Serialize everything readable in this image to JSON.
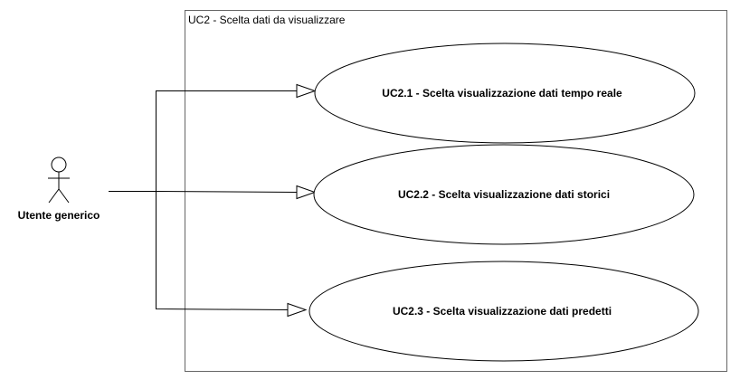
{
  "system_boundary": {
    "title": "UC2 - Scelta dati da visualizzare"
  },
  "actor": {
    "label": "Utente generico"
  },
  "use_cases": [
    {
      "label": "UC2.1 - Scelta visualizzazione dati tempo reale"
    },
    {
      "label": "UC2.2 - Scelta visualizzazione dati storici"
    },
    {
      "label": "UC2.3 - Scelta visualizzazione dati predetti"
    }
  ],
  "colors": {
    "stroke": "#000000",
    "boundary_stroke": "#666666",
    "fill": "#ffffff"
  }
}
